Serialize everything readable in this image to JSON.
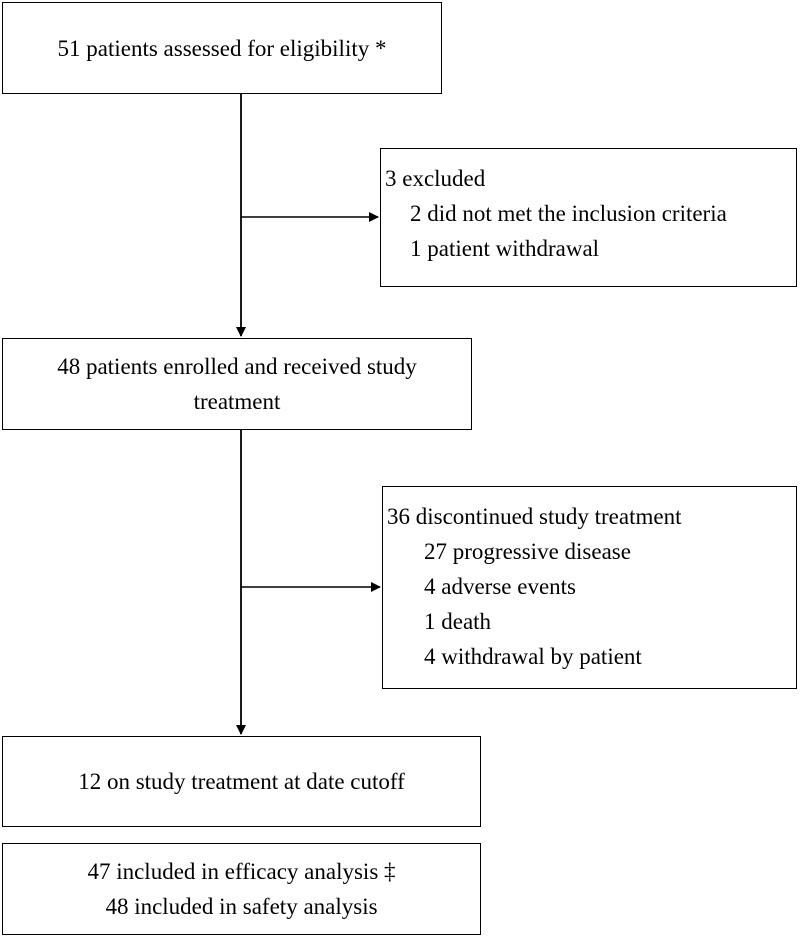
{
  "flowchart": {
    "assessed": {
      "text": "51 patients assessed for eligibility *"
    },
    "excluded": {
      "head": "3 excluded",
      "items": [
        "2 did not met the inclusion criteria",
        "1 patient withdrawal"
      ]
    },
    "enrolled": {
      "lines": [
        "48 patients enrolled and received study",
        "treatment"
      ]
    },
    "discontinued": {
      "head": "36 discontinued study treatment",
      "items": [
        "27 progressive disease",
        "4 adverse events",
        "1 death",
        "4 withdrawal by patient"
      ]
    },
    "ongoing": {
      "text": "12 on study treatment at date cutoff"
    },
    "analysis": {
      "lines": [
        "47 included in efficacy analysis ‡",
        "48 included in safety analysis"
      ]
    }
  },
  "colors": {
    "stroke": "#000000",
    "background": "#ffffff"
  }
}
